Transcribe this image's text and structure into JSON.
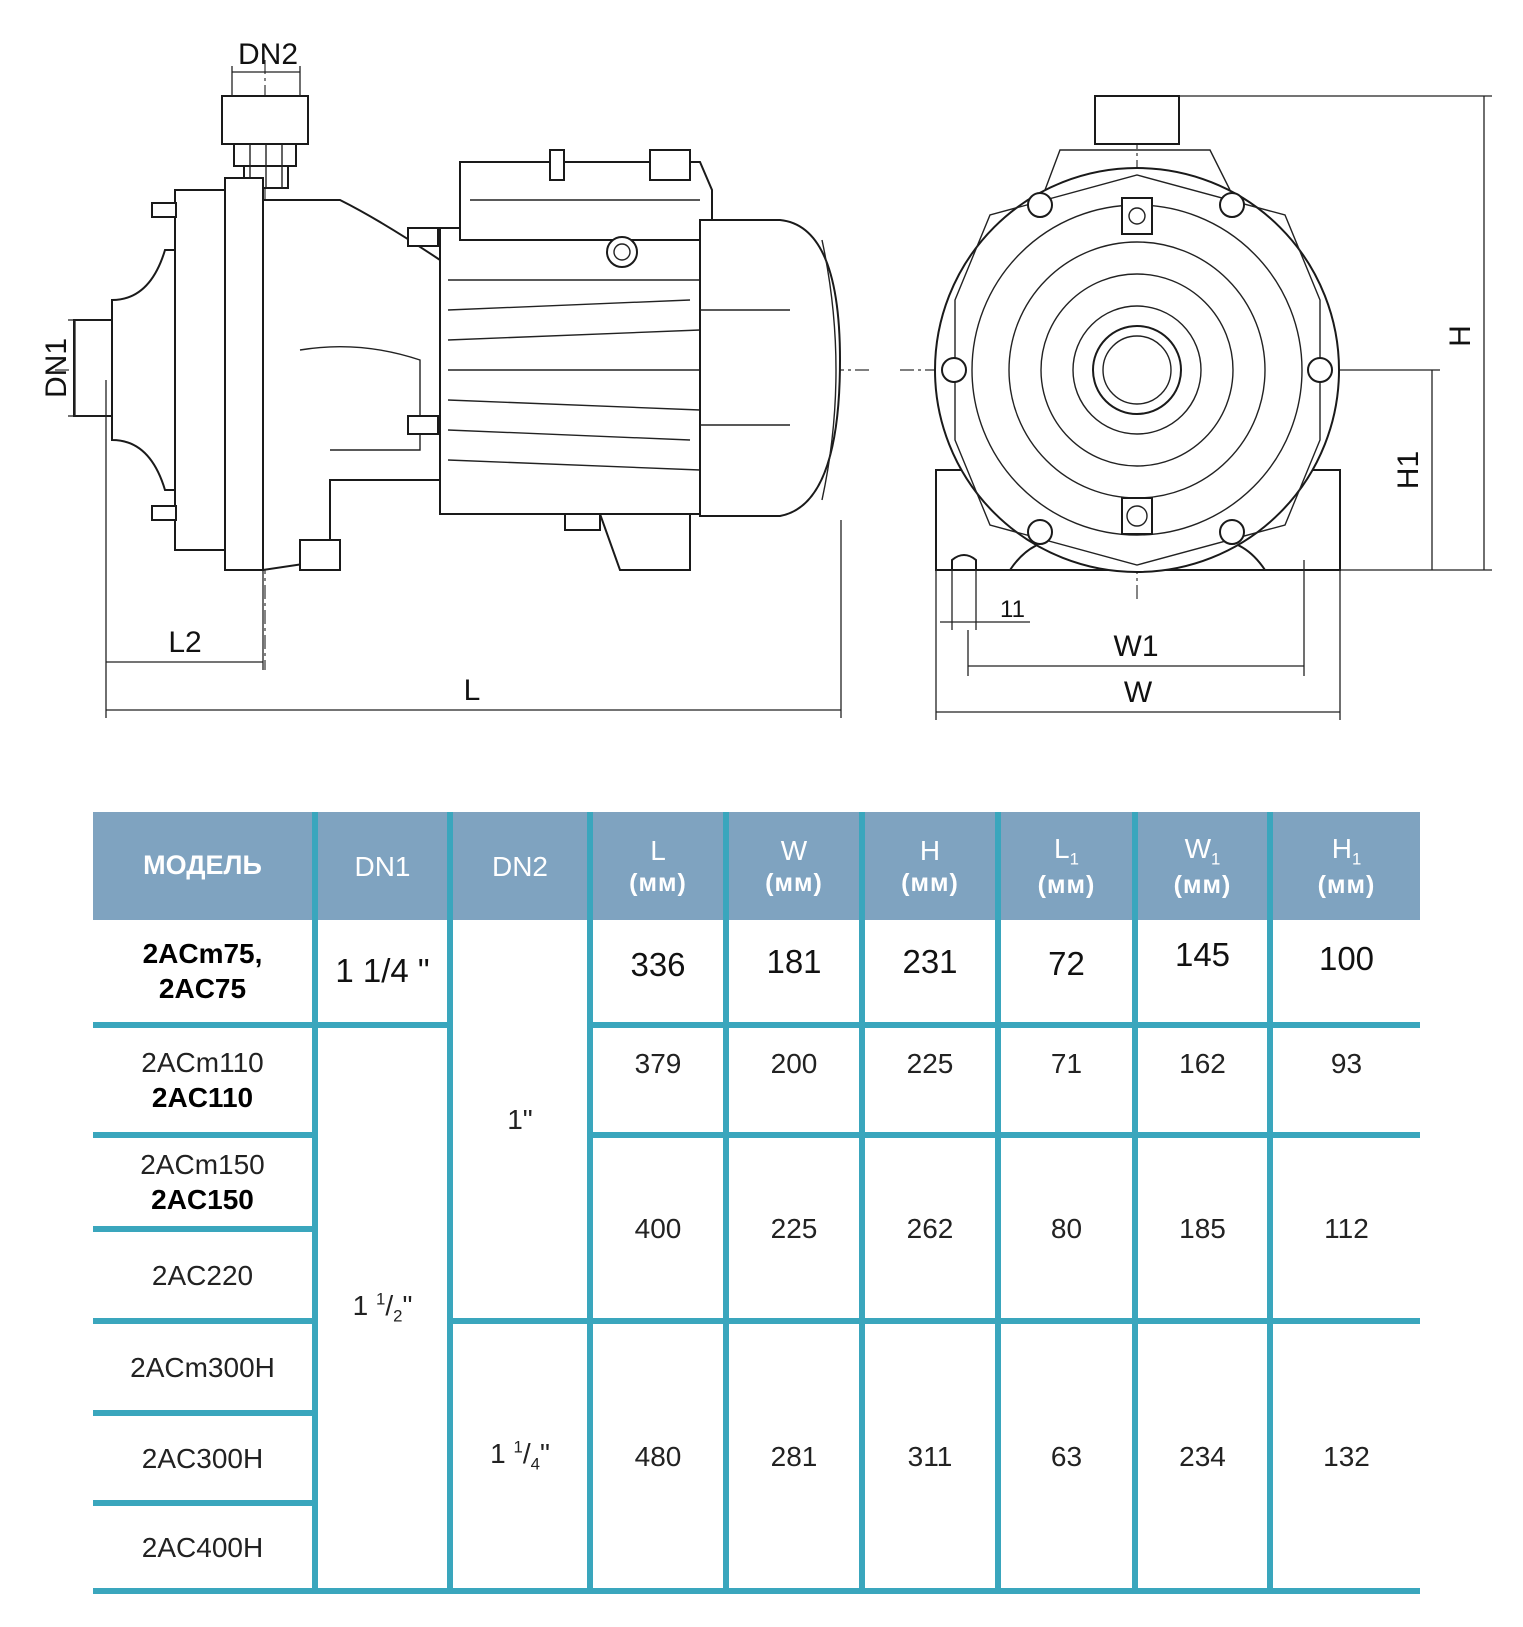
{
  "drawing": {
    "side_labels": {
      "dn2": "DN2",
      "dn1": "DN1",
      "l2": "L2",
      "l": "L"
    },
    "front_labels": {
      "h": "H",
      "h1": "H1",
      "w1": "W1",
      "w": "W",
      "eleven": "11"
    }
  },
  "table": {
    "header": {
      "model": "МОДЕЛЬ",
      "dn1": "DN1",
      "dn2": "DN2",
      "l": "L",
      "l_unit": "(мм)",
      "w": "W",
      "w_unit": "(мм)",
      "h": "H",
      "h_unit": "(мм)",
      "l1": "L",
      "l1_sub": "1",
      "l1_unit": "(мм)",
      "w1": "W",
      "w1_sub": "1",
      "w1_unit": "(мм)",
      "h1": "H",
      "h1_sub": "1",
      "h1_unit": "(мм)"
    },
    "models": {
      "m75_a": "2ACm75,",
      "m75_b": "2AC75",
      "m110_a": "2ACm110",
      "m110_b": "2AC110",
      "m150_a": "2ACm150",
      "m150_b": "2AC150",
      "m220": "2AC220",
      "m300h": "2ACm300H",
      "m300": "2AC300H",
      "m400": "2AC400H"
    },
    "dn1": {
      "g1": "1 1/4 \"",
      "g2_int": "1 ",
      "g2_num": "1",
      "g2_den": "2",
      "g2_mark": "\""
    },
    "dn2": {
      "g1": "1\"",
      "g2_int": "1 ",
      "g2_num": "1",
      "g2_den": "4",
      "g2_mark": "\""
    },
    "rows": {
      "r75": {
        "l": "336",
        "w": "181",
        "h": "231",
        "l1": "72",
        "w1": "145",
        "h1": "100"
      },
      "r110": {
        "l": "379",
        "w": "200",
        "h": "225",
        "l1": "71",
        "w1": "162",
        "h1": "93"
      },
      "r150": {
        "l": "400",
        "w": "225",
        "h": "262",
        "l1": "80",
        "w1": "185",
        "h1": "112"
      },
      "r300": {
        "l": "480",
        "w": "281",
        "h": "311",
        "l1": "63",
        "w1": "234",
        "h1": "132"
      }
    },
    "colors": {
      "header_bg": "#7fa3c0",
      "grid": "#3aa6bd"
    }
  }
}
